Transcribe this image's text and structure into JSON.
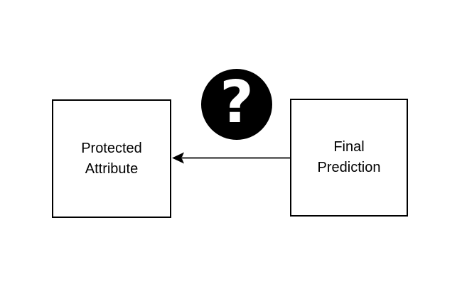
{
  "diagram": {
    "type": "causal-question-diagram",
    "background": "#ffffff",
    "nodes": [
      {
        "id": "protected-attribute",
        "lines": [
          "Protected",
          "Attribute"
        ],
        "fill": "#ffffff",
        "border_color": "#000000",
        "text_color": "#000000"
      },
      {
        "id": "final-prediction",
        "lines": [
          "Final",
          "Prediction"
        ],
        "fill": "#ffffff",
        "border_color": "#000000",
        "text_color": "#000000"
      }
    ],
    "edge": {
      "from": "final-prediction",
      "to": "protected-attribute",
      "direction": "right-to-left",
      "color": "#000000"
    },
    "badge": {
      "glyph": "?",
      "fill": "#000000",
      "glyph_color": "#ffffff"
    }
  }
}
